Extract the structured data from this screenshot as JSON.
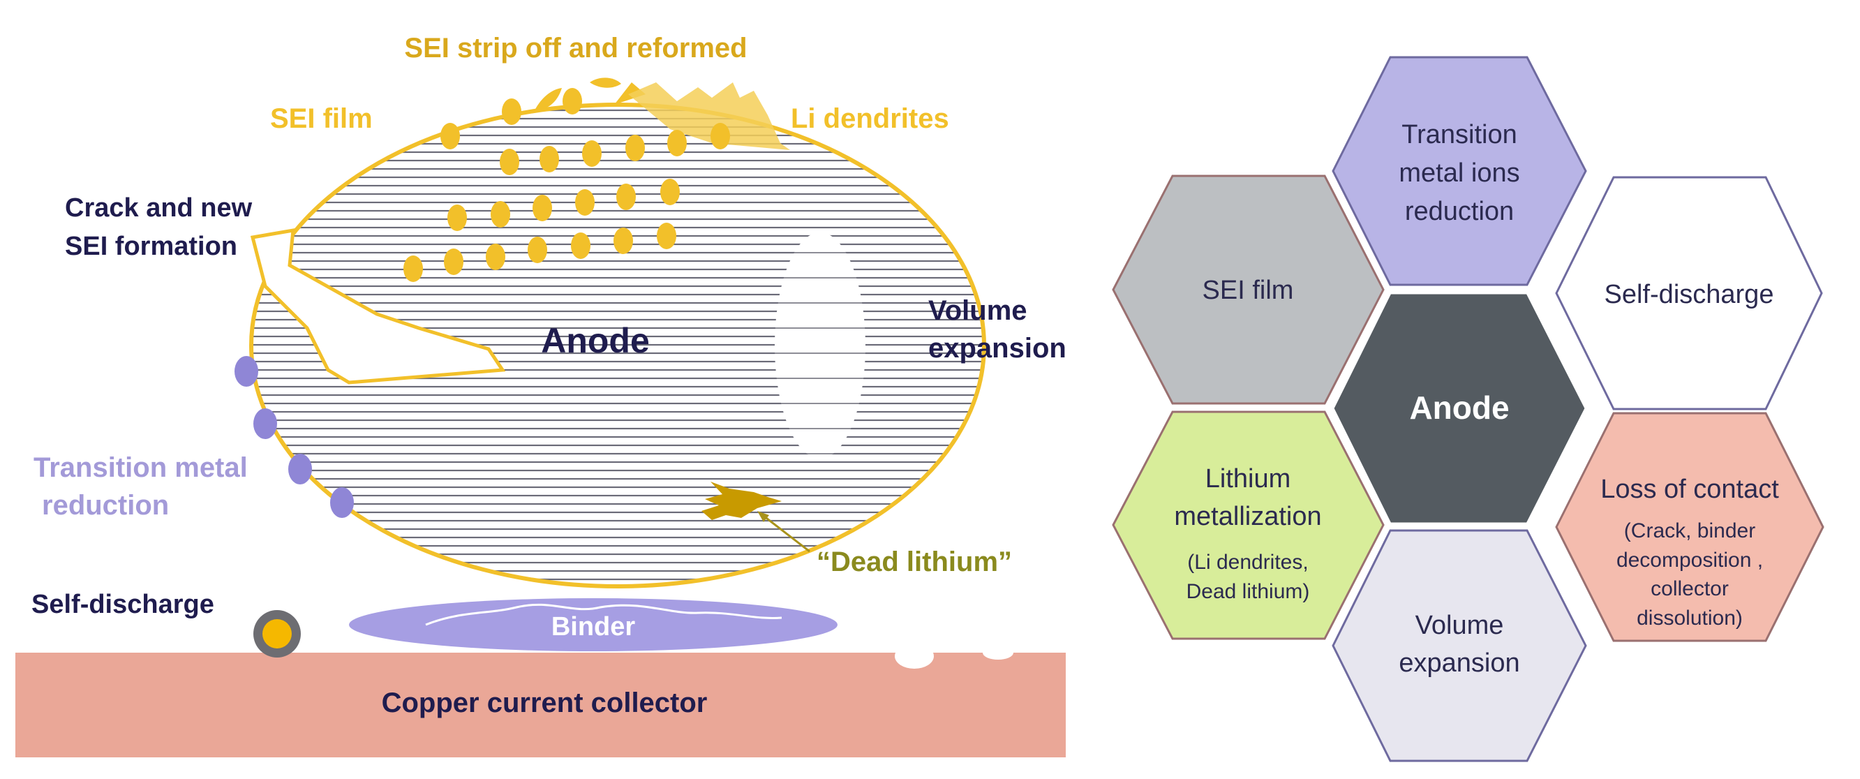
{
  "left_diagram": {
    "labels": {
      "sei_strip": "SEI strip off and reformed",
      "sei_film": "SEI film",
      "li_dendrites": "Li dendrites",
      "crack_line1": "Crack and new",
      "crack_line2": "SEI formation",
      "anode": "Anode",
      "volume_line1": "Volume",
      "volume_line2": "expansion",
      "tm_line1": "Transition metal",
      "tm_line2": "reduction",
      "dead_lithium": "“Dead lithium”",
      "self_discharge": "Self-discharge",
      "binder": "Binder",
      "copper": "Copper current collector"
    }
  },
  "hex_grid": {
    "center": "Anode",
    "top_line1": "Transition",
    "top_line2": "metal ions",
    "top_line3": "reduction",
    "upper_left": "SEI film",
    "upper_right": "Self-discharge",
    "lower_left_line1": "Lithium",
    "lower_left_line2": "metallization",
    "lower_left_sub1": "(Li dendrites,",
    "lower_left_sub2": "Dead lithium)",
    "lower_right_title": "Loss of contact",
    "lower_right_sub1": "(Crack, binder",
    "lower_right_sub2": "decomposition ,",
    "lower_right_sub3": "collector",
    "lower_right_sub4": "dissolution)",
    "bottom_line1": "Volume",
    "bottom_line2": "expansion"
  },
  "colors": {
    "gold": "#f2c02a",
    "dark_gold": "#b8960c",
    "navy": "#1f1c4e",
    "lavender": "#a39ad8",
    "copper": "#eaa797",
    "binder": "#a69ee3",
    "hex_center": "#545b61",
    "hex_top": "#b8b4e6",
    "hex_upper_left": "#bcbfc2",
    "hex_upper_right": "#ffffff",
    "hex_lower_left": "#d8ed9a",
    "hex_lower_right": "#f4bcae",
    "hex_bottom": "#e7e6ef"
  }
}
